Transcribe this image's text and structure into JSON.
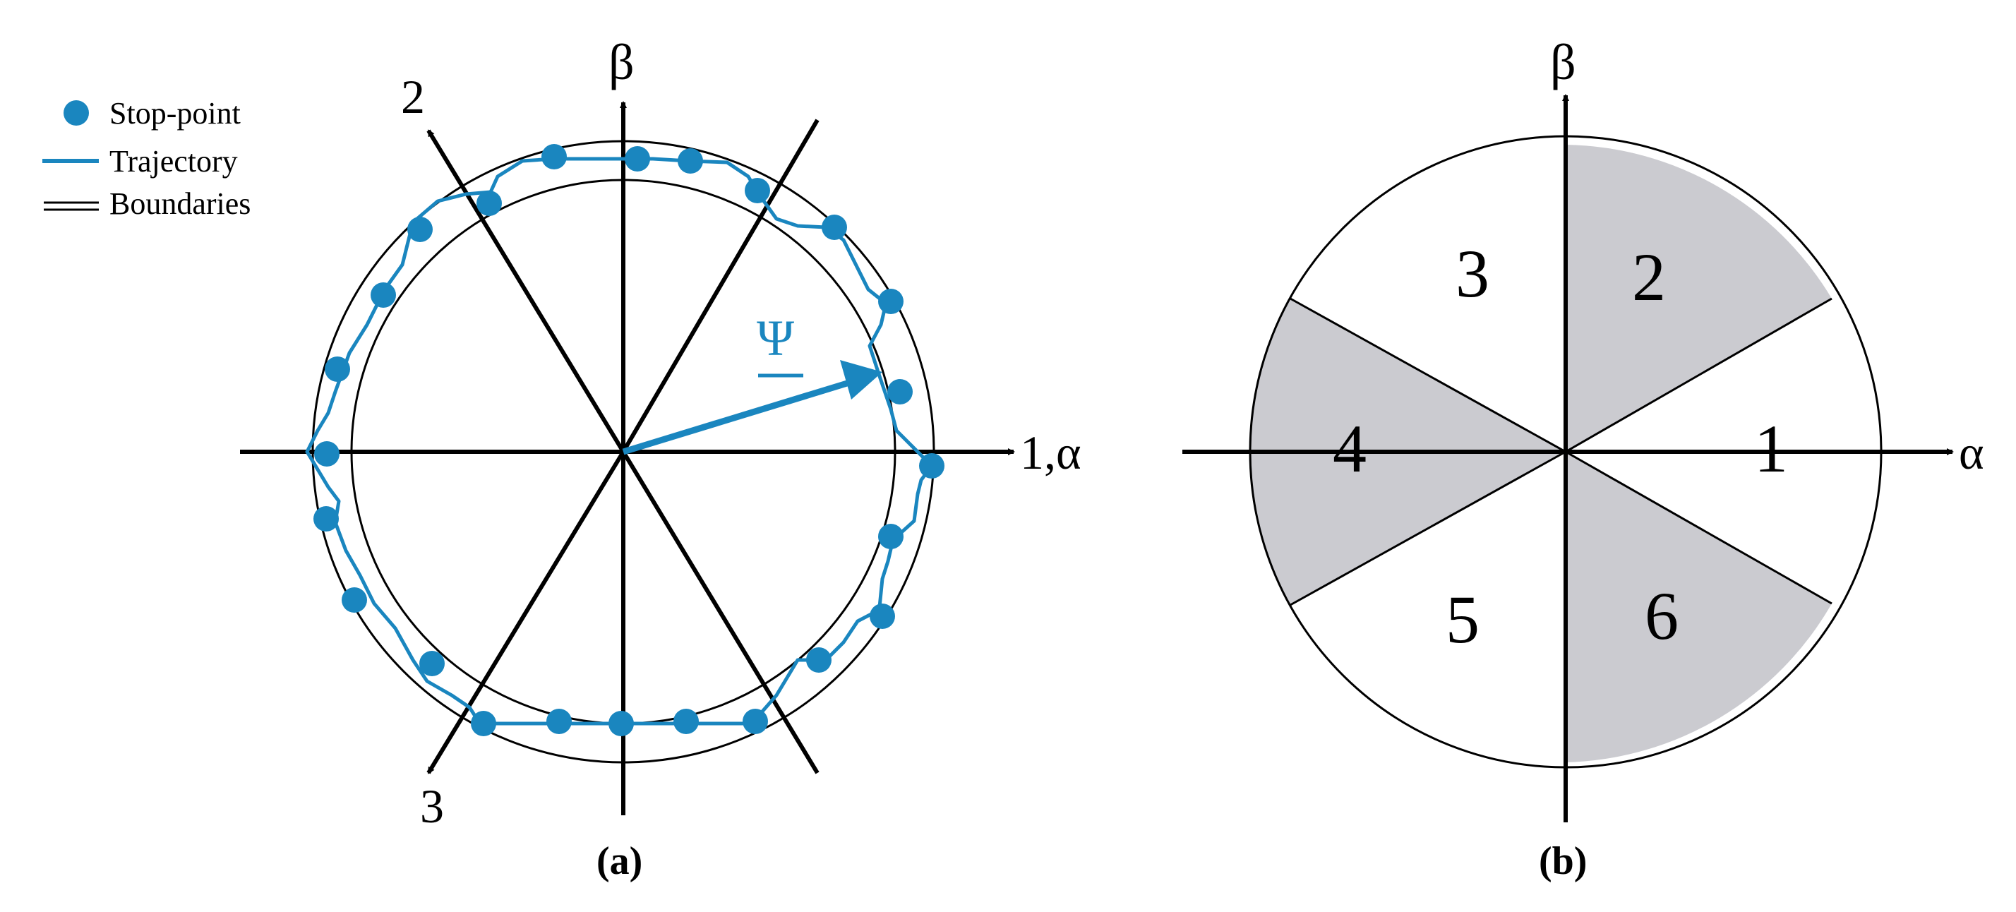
{
  "colors": {
    "ink": "#000000",
    "trajectory": "#1a86bf",
    "sector_fill": "#cbcbd0",
    "background": "#ffffff"
  },
  "legend": {
    "stop_point_label": "Stop-point",
    "trajectory_label": "Trajectory",
    "boundaries_label": "Boundaries",
    "stop_point_icon": "filled-circle",
    "trajectory_icon": "line",
    "boundaries_icon": "double-line"
  },
  "panel_a": {
    "caption": "(a)",
    "beta_axis_label": "β",
    "alpha_axis_label": "1,α",
    "axis_2_label": "2",
    "axis_3_label": "3",
    "flux_vector_label": "Ψ"
  },
  "panel_b": {
    "caption": "(b)",
    "beta_axis_label": "β",
    "alpha_axis_label": "α",
    "sectors": [
      {
        "label": "1",
        "shaded": false
      },
      {
        "label": "2",
        "shaded": true
      },
      {
        "label": "3",
        "shaded": false
      },
      {
        "label": "4",
        "shaded": true
      },
      {
        "label": "5",
        "shaded": false
      },
      {
        "label": "6",
        "shaded": true
      }
    ]
  }
}
